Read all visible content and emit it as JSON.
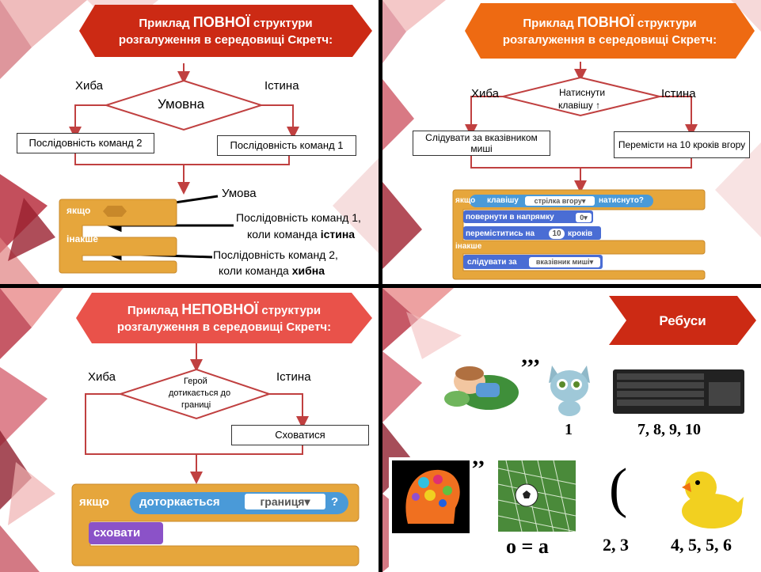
{
  "colors": {
    "banner_red": "#cc2a14",
    "banner_orange": "#ee6a12",
    "banner_salmon": "#e9524a",
    "block_orange": "#e6a63c",
    "block_blue": "#4a6dd4",
    "block_purple": "#8b52c8",
    "arrow_red": "#c04040"
  },
  "panel1": {
    "title_prefix": "Приклад ",
    "title_emph": "ПОВНОЇ",
    "title_suffix": " структури",
    "title_line2": "розгалуження в середовищі Скретч:",
    "false_label": "Хиба",
    "true_label": "Істина",
    "condition": "Умовна",
    "box_left": "Послідовність команд 2",
    "box_right": "Послідовність команд 1",
    "block_if": "якщо",
    "block_else": "інакше",
    "note_condition": "Умова",
    "note_seq1_line1": "Послідовність команд 1,",
    "note_seq1_line2_prefix": "коли команда ",
    "note_seq1_line2_bold": "істина",
    "note_seq2_line1": "Послідовність команд 2,",
    "note_seq2_line2_prefix": "коли команда ",
    "note_seq2_line2_bold": "хибна"
  },
  "panel2": {
    "title_prefix": "Приклад ",
    "title_emph": "ПОВНОЇ",
    "title_suffix": " структури",
    "title_line2": "розгалуження в середовищі Скретч:",
    "false_label": "Хиба",
    "true_label": "Істина",
    "condition_line1": "Натиснути",
    "condition_line2": "клавішу ↑",
    "box_left": "Слідувати за вказівником миші",
    "box_right": "Перемісти на 10 кроків вгору",
    "blk_if": "якщо",
    "blk_key": "клавішу",
    "blk_key_slot": "стрілка вгору▾",
    "blk_pressed": "натиснуто?",
    "blk_turn": "повернути в напрямку",
    "blk_turn_slot": "0▾",
    "blk_move_prefix": "переміститись на",
    "blk_move_slot": "10",
    "blk_move_suffix": "кроків",
    "blk_else": "інакше",
    "blk_follow": "слідувати за",
    "blk_follow_slot": "вказівник миші▾"
  },
  "panel3": {
    "title_prefix": "Приклад ",
    "title_emph": "НЕПОВНОЇ",
    "title_suffix": " структури",
    "title_line2": "розгалуження в середовищі Скретч:",
    "false_label": "Хиба",
    "true_label": "Істина",
    "condition_line1": "Герой",
    "condition_line2": "дотикається до",
    "condition_line3": "границі",
    "box_right": "Сховатися",
    "blk_if": "якщо",
    "blk_touch": "доторкається",
    "blk_touch_slot": "границя▾",
    "blk_q": "?",
    "blk_hide": "сховати"
  },
  "panel4": {
    "title": "Ребуси",
    "quote1": "’’’",
    "num_cat": "1",
    "num_keyboard": "7, 8, 9, 10",
    "quote2": "’’",
    "num_goal": "о = а",
    "paren": "(",
    "num_paren": "2, 3",
    "num_duck": "4, 5, 5, 6"
  }
}
